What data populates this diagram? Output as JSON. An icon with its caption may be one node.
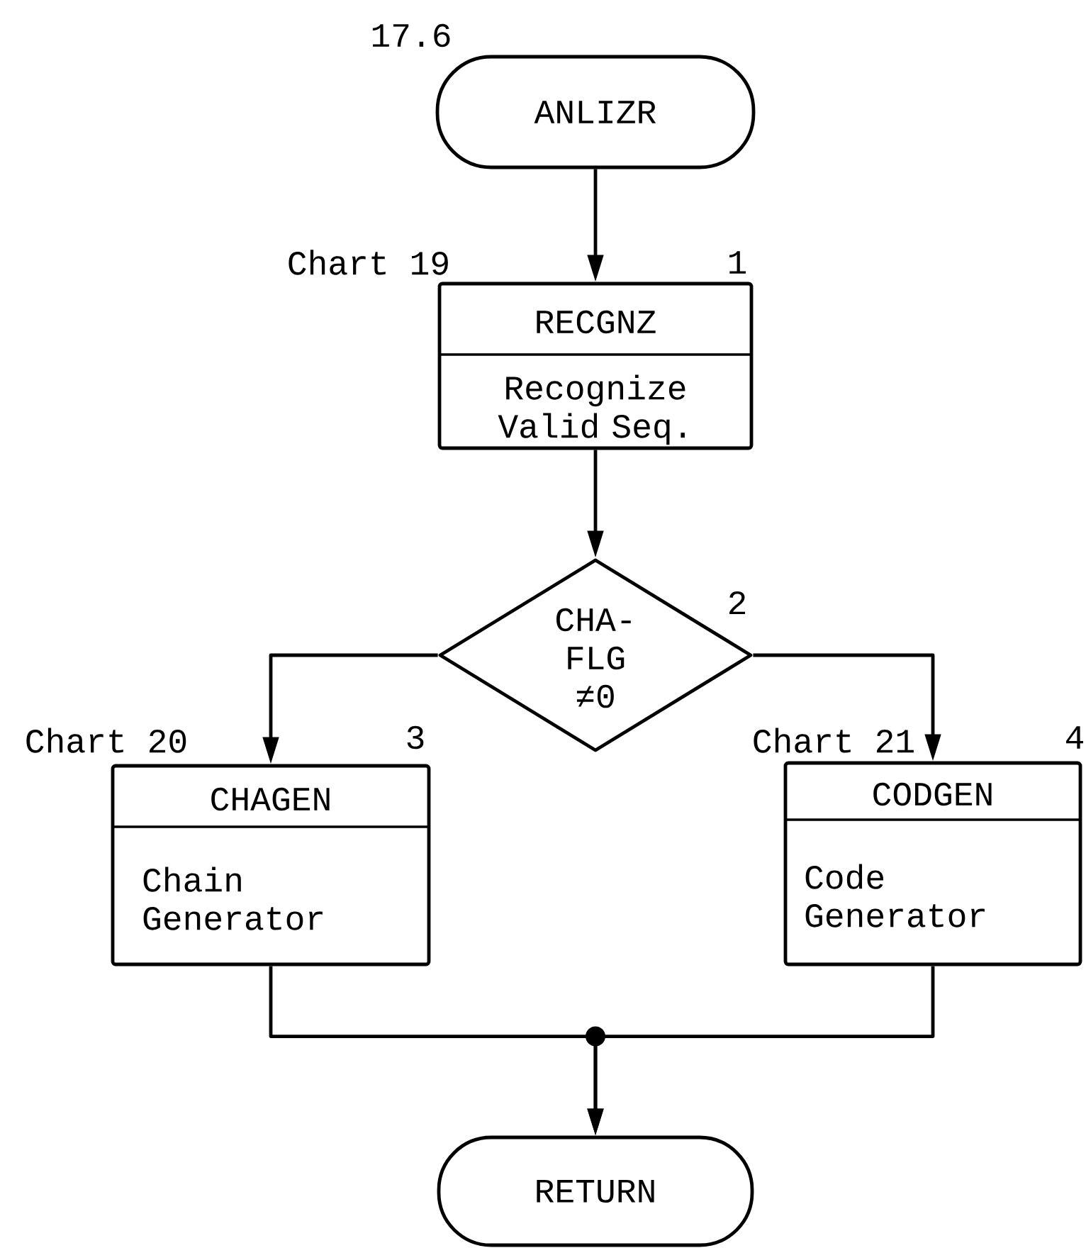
{
  "diagram": {
    "nodes": [
      {
        "text": [
          "ANLIZR"
        ],
        "beside": [
          "17.6"
        ]
      },
      {
        "text": [
          "RECGNZ",
          "Recognize Valid Seq."
        ],
        "beside": [
          "Chart 19",
          "1"
        ]
      },
      {
        "text": [
          "CHA- FLG ≠0"
        ],
        "beside": [
          "2"
        ]
      },
      {
        "text": [
          "CHAGEN",
          "Chain Generator"
        ],
        "beside": [
          "Chart 20",
          "3"
        ]
      },
      {
        "text": [
          "CODGEN",
          "Code Generator"
        ],
        "beside": [
          "Chart 21",
          "4"
        ]
      },
      {
        "text": [
          "RETURN"
        ]
      }
    ],
    "edges": [
      {
        "from": 0,
        "to": 1,
        "arrow": "to"
      },
      {
        "from": 1,
        "to": 2,
        "arrow": "to"
      },
      {
        "from": 2,
        "to": 3,
        "arrow": "to"
      },
      {
        "from": 2,
        "to": 4,
        "arrow": "to"
      },
      {
        "from": 3,
        "to": 5,
        "arrow": "to"
      },
      {
        "from": 4,
        "to": 5,
        "arrow": "to"
      }
    ]
  }
}
